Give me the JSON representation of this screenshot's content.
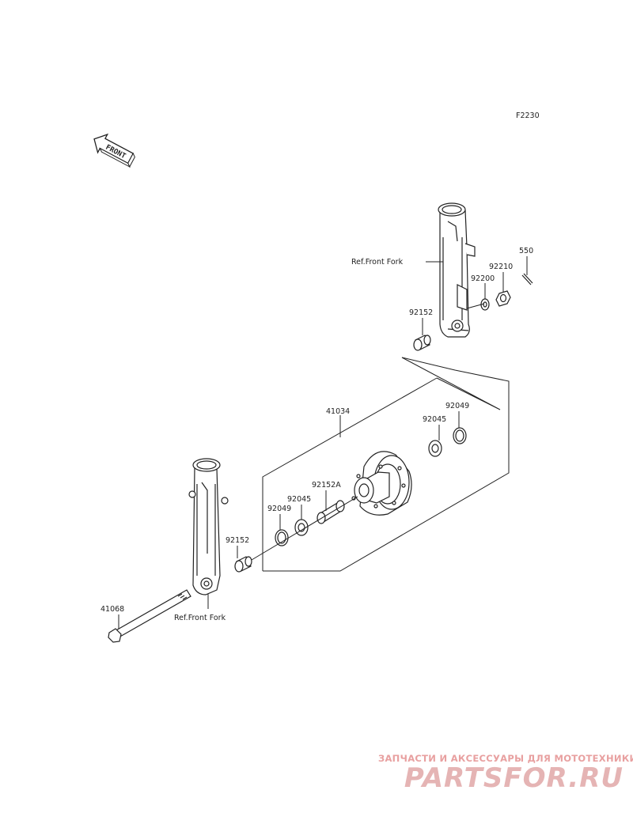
{
  "diagram": {
    "code": "F2230",
    "front_arrow_label": "FRONT",
    "parts": {
      "p550": "550",
      "p92210": "92210",
      "p92200": "92200",
      "p92152_right": "92152",
      "ref_front_fork_right": "Ref.Front Fork",
      "p41034": "41034",
      "p92049_right": "92049",
      "p92045_right": "92045",
      "p92152A": "92152A",
      "p92045_left": "92045",
      "p92049_left": "92049",
      "p92152_left": "92152",
      "p41068": "41068",
      "ref_front_fork_left": "Ref.Front Fork"
    }
  },
  "watermark": {
    "tagline": "ЗАПЧАСТИ И АКСЕССУАРЫ ДЛЯ МОТОТЕХНИКИ",
    "brand": "PARTSFOR.RU"
  },
  "colors": {
    "line": "#222222",
    "watermark": "#e5b4b4"
  }
}
